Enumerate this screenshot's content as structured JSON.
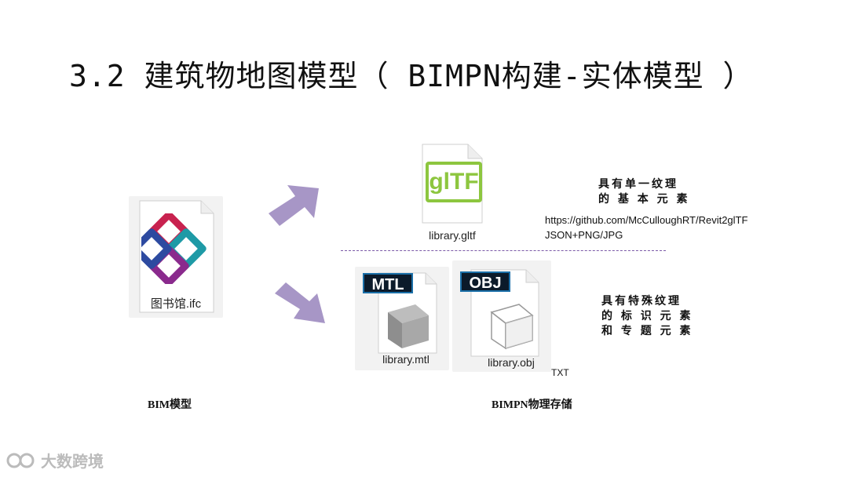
{
  "slide": {
    "title": "3.2 建筑物地图模型（ BIMPN构建-实体模型 ）"
  },
  "files": {
    "ifc": {
      "name": "图书馆.ifc",
      "icon": "ifc-logo-icon"
    },
    "gltf": {
      "name": "library.gltf",
      "icon": "gltf-logo-icon",
      "logo_text": "glTF"
    },
    "mtl": {
      "name": "library.mtl",
      "icon": "mtl-cube-icon",
      "badge": "MTL"
    },
    "obj": {
      "name": "library.obj",
      "icon": "obj-cube-icon",
      "badge": "OBJ"
    }
  },
  "notes": {
    "gltf_desc": [
      "具有单一纹理",
      "的 基 本 元 素"
    ],
    "gltf_link": "https://github.com/McCulloughRT/Revit2glTF",
    "gltf_formats": "JSON+PNG/JPG",
    "obj_desc": [
      "具有特殊纹理",
      "的 标 识 元 素",
      "和 专 题 元 素"
    ],
    "txt_label": "TXT"
  },
  "captions": {
    "left": "BIM模型",
    "right": "BIMPN物理存储"
  },
  "watermark": {
    "text": "大数跨境"
  },
  "colors": {
    "arrow": "#a796c6",
    "divider": "#7b5aa8",
    "gltf_green": "#8dc63f"
  }
}
